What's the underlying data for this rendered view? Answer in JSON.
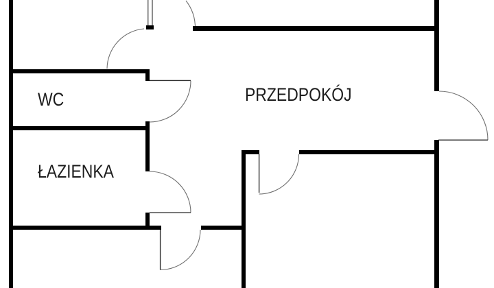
{
  "plan": {
    "background_color": "#ffffff",
    "wall_color": "#000000",
    "door_swing_color": "#6f6f6f",
    "door_leaf_color": "#2f2f2f",
    "label_color": "#1c1c1c",
    "rooms": [
      {
        "label": "WC"
      },
      {
        "label": "ŁAZIENKA"
      },
      {
        "label": "PRZEDPOKÓJ"
      }
    ]
  }
}
